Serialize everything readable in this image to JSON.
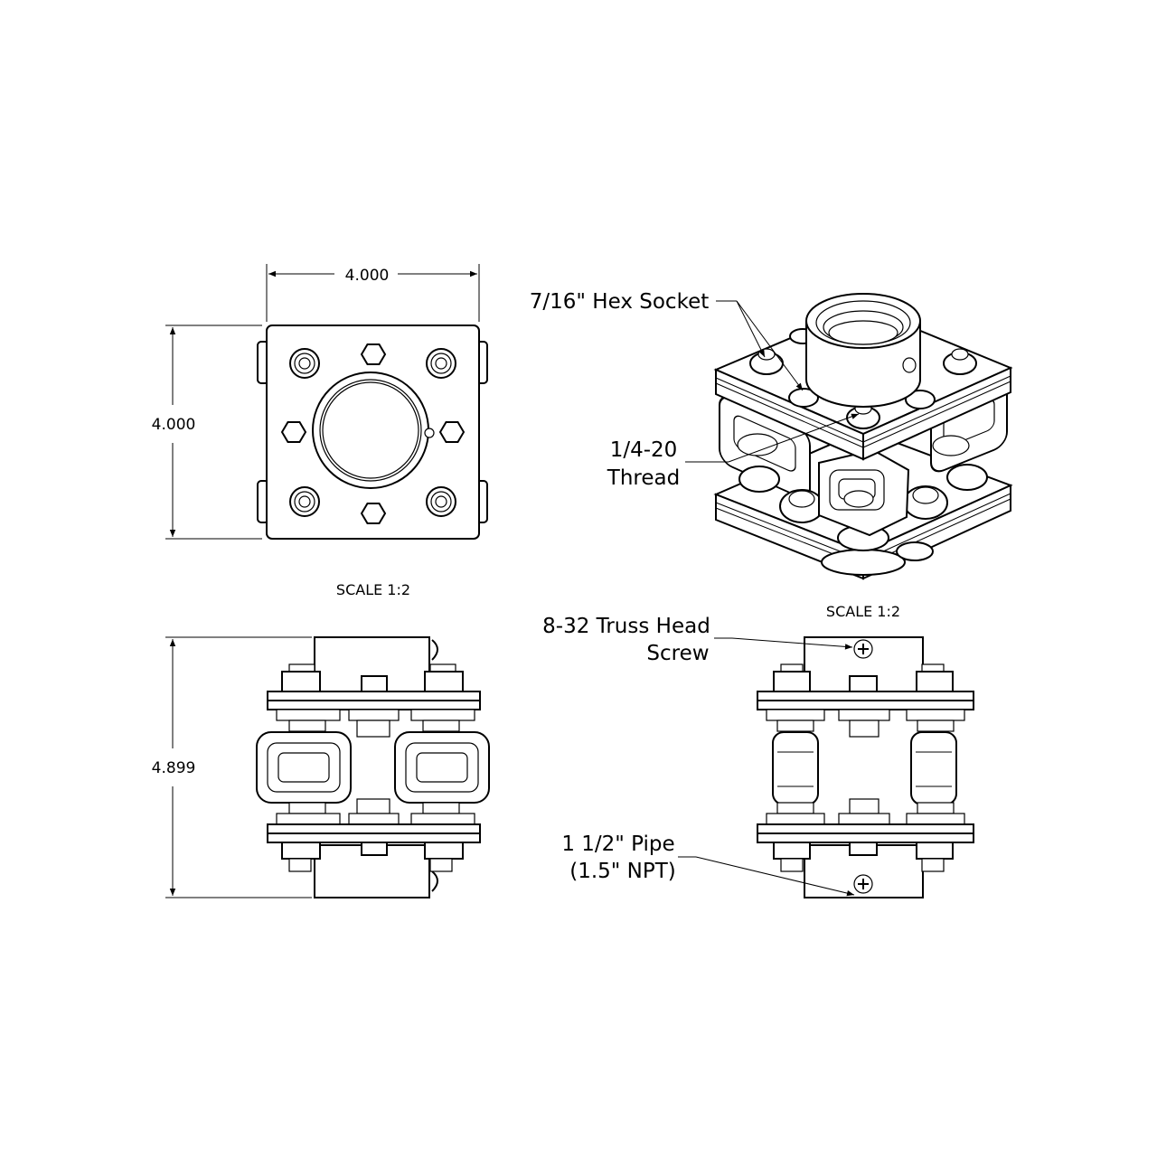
{
  "dimensions": {
    "top_width": "4.000",
    "top_height": "4.000",
    "front_height": "4.899"
  },
  "scales": {
    "top_view": "SCALE 1:2",
    "iso_view": "SCALE 1:2"
  },
  "callouts": {
    "hex_socket": "7/16\" Hex Socket",
    "thread_line1": "1/4-20",
    "thread_line2": "Thread",
    "truss_line1": "8-32 Truss Head",
    "truss_line2": "Screw",
    "pipe_line1": "1 1/2\" Pipe",
    "pipe_line2": "(1.5\" NPT)"
  }
}
